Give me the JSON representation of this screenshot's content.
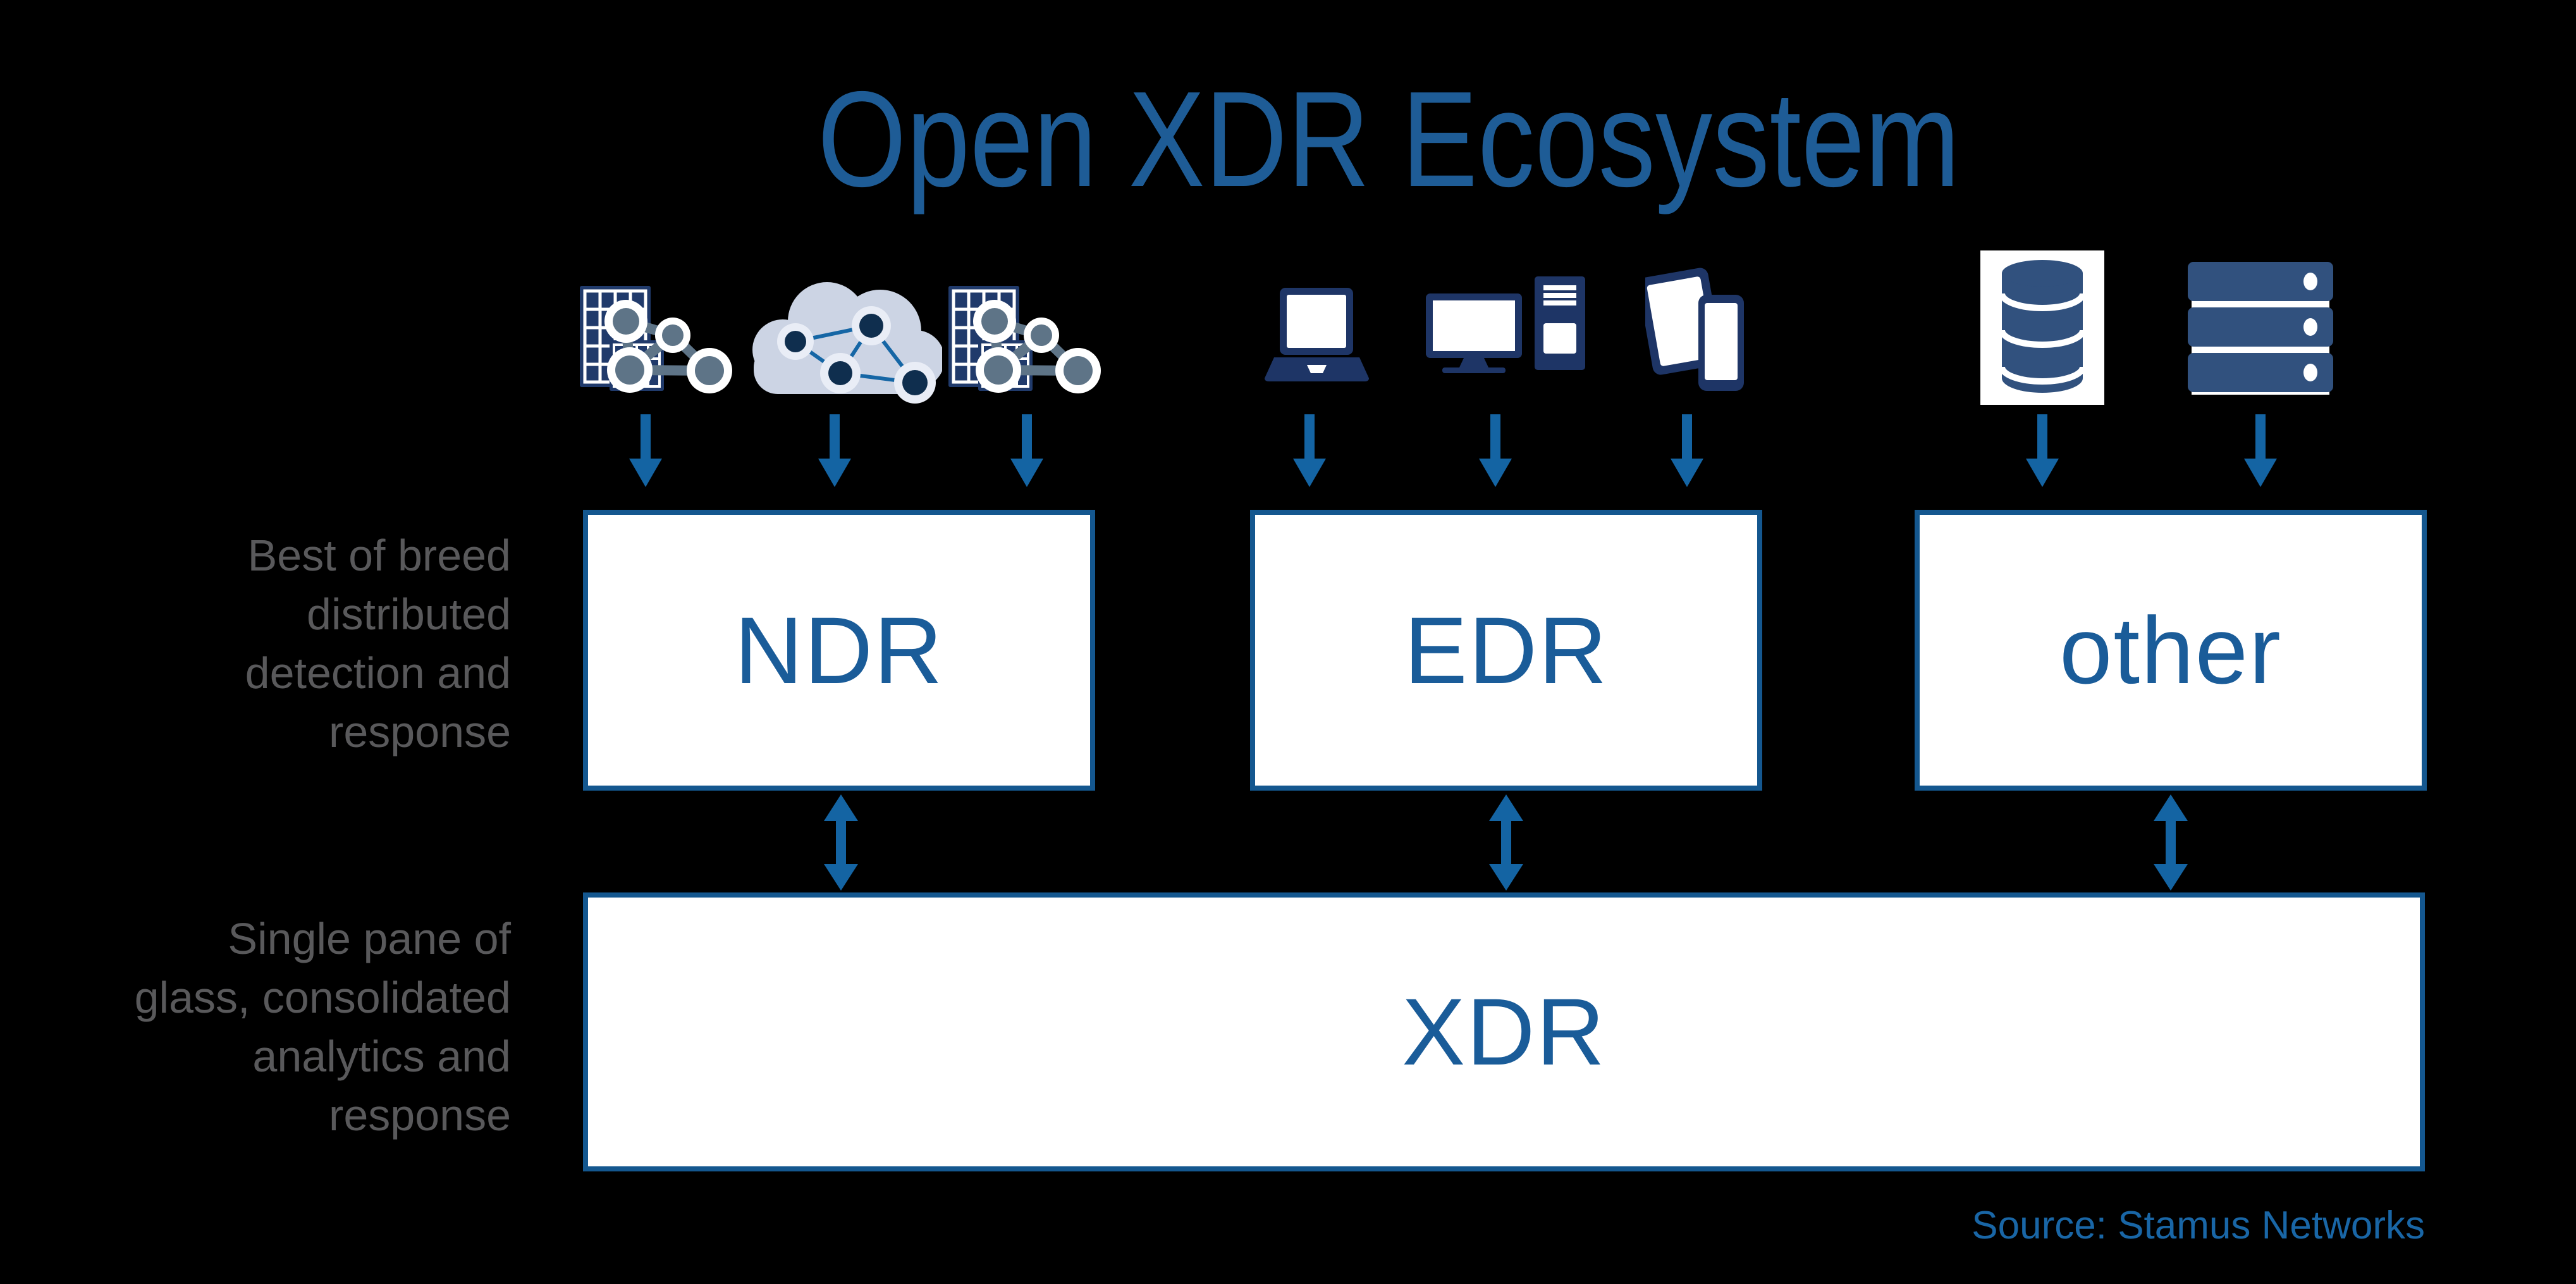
{
  "title": "Open XDR Ecosystem",
  "annotations": {
    "best_of_breed": {
      "lines": [
        "Best of breed",
        "distributed",
        "detection and",
        "response"
      ]
    },
    "single_pane": {
      "lines": [
        "Single pane of",
        "glass, consolidated",
        "analytics and",
        "response"
      ]
    }
  },
  "boxes": {
    "ndr": {
      "label": "NDR"
    },
    "edr": {
      "label": "EDR"
    },
    "other": {
      "label": "other"
    },
    "xdr": {
      "label": "XDR"
    }
  },
  "source": {
    "text": "Source: Stamus Networks"
  },
  "icons": {
    "ndr_sources": [
      "network-grid-icon",
      "cloud-network-icon",
      "network-grid-icon"
    ],
    "edr_sources": [
      "laptop-icon",
      "desktop-computer-icon",
      "tablet-phone-icon"
    ],
    "other_sources": [
      "database-icon",
      "server-rack-icon"
    ]
  },
  "colors": {
    "background": "#000000",
    "title_blue": "#1E5C96",
    "box_border_blue": "#14578F",
    "box_text_blue": "#1A5C99",
    "arrow_blue": "#1464A3",
    "device_navy": "#1E3566",
    "grid_navy": "#203A6B",
    "storage_navy": "#31517E",
    "network_gray": "#5E7487",
    "cloud_fill": "#CCD4E4",
    "cloud_node_navy": "#0F2E4E",
    "side_label_gray": "#59595B",
    "source_blue": "#1966A6"
  }
}
